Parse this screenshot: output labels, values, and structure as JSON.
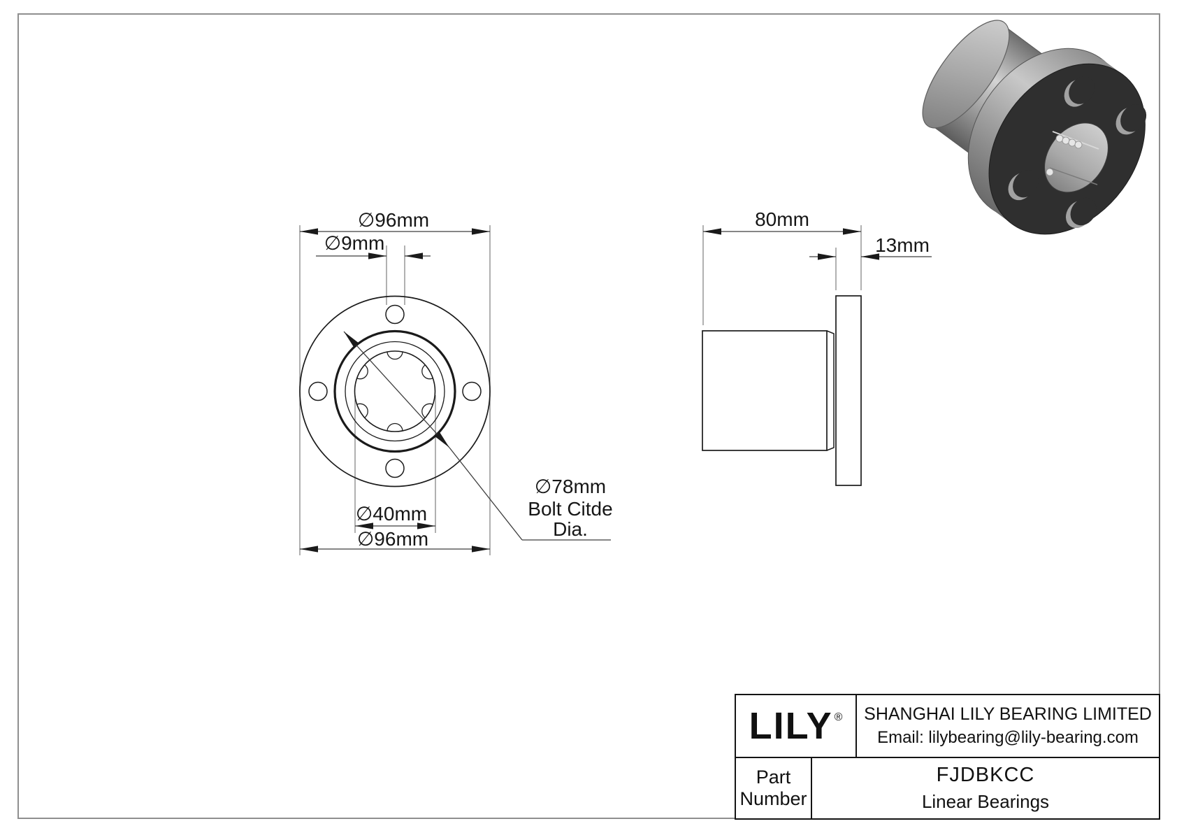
{
  "sheet": {
    "background": "#ffffff",
    "frame_color": "#8f8f8f"
  },
  "front_view": {
    "dim_flange_top": "∅96mm",
    "dim_bolt_hole": "∅9mm",
    "dim_bore": "∅40mm",
    "dim_flange_bottom": "∅96mm",
    "leader_line1": "∅78mm",
    "leader_line2": "Bolt Citde",
    "leader_line3": "Dia."
  },
  "side_view": {
    "dim_length": "80mm",
    "dim_flange_thickness": "13mm"
  },
  "title_block": {
    "logo": "LILY",
    "registered_mark": "®",
    "company": "SHANGHAI LILY BEARING LIMITED",
    "email": "Email: lilybearing@lily-bearing.com",
    "part_label_line1": "Part",
    "part_label_line2": "Number",
    "part_number": "FJDBKCC",
    "category": "Linear Bearings"
  },
  "colors": {
    "outline": "#1a1a1a",
    "dimension_line": "#3d3d3d",
    "extension_line": "#7d7d7d",
    "flange_face_3d": "#2f2f2f",
    "metal_light": "#d2d2d2",
    "metal_mid": "#9a9a9a",
    "metal_dark": "#5f5f5f"
  }
}
